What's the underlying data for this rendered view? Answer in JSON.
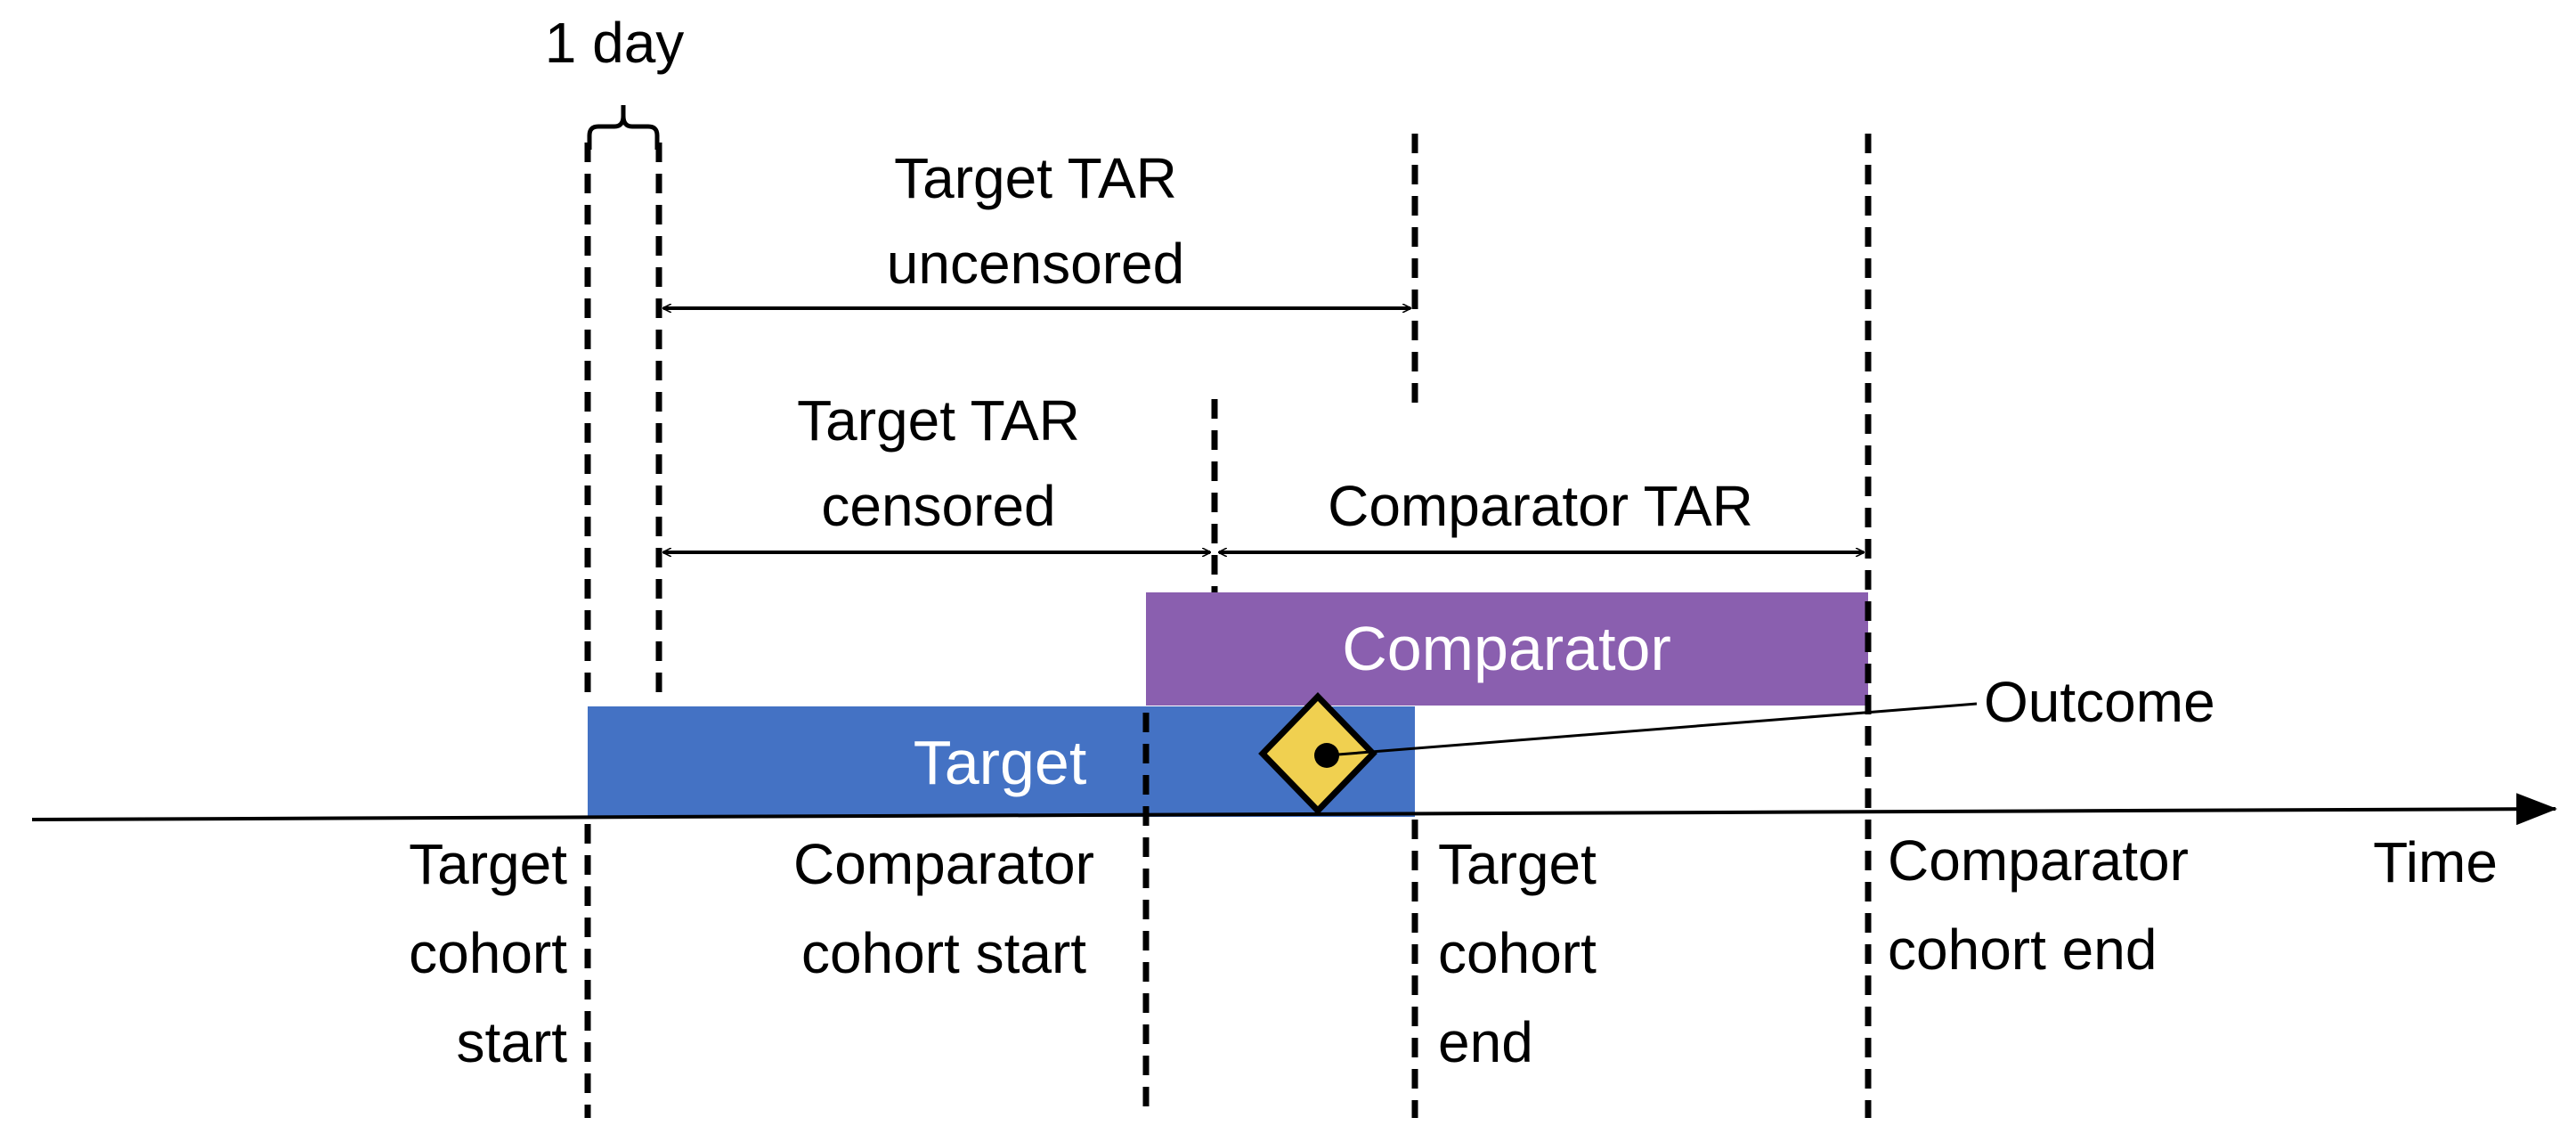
{
  "labels": {
    "one_day": "1 day",
    "tar_uncensored_1": "Target TAR",
    "tar_uncensored_2": "uncensored",
    "tar_censored_1": "Target TAR",
    "tar_censored_2": "censored",
    "comparator_tar": "Comparator TAR",
    "comparator_bar": "Comparator",
    "target_bar": "Target",
    "outcome": "Outcome",
    "time": "Time",
    "target_start_1": "Target",
    "target_start_2": "cohort",
    "target_start_3": "start",
    "comparator_start_1": "Comparator",
    "comparator_start_2": "cohort start",
    "target_end_1": "Target",
    "target_end_2": "cohort",
    "target_end_3": "end",
    "comparator_end_1": "Comparator",
    "comparator_end_2": "cohort end"
  },
  "colors": {
    "target": "#4472C4",
    "comparator": "#8A5FAF",
    "outcome_marker": "#F0D050"
  }
}
